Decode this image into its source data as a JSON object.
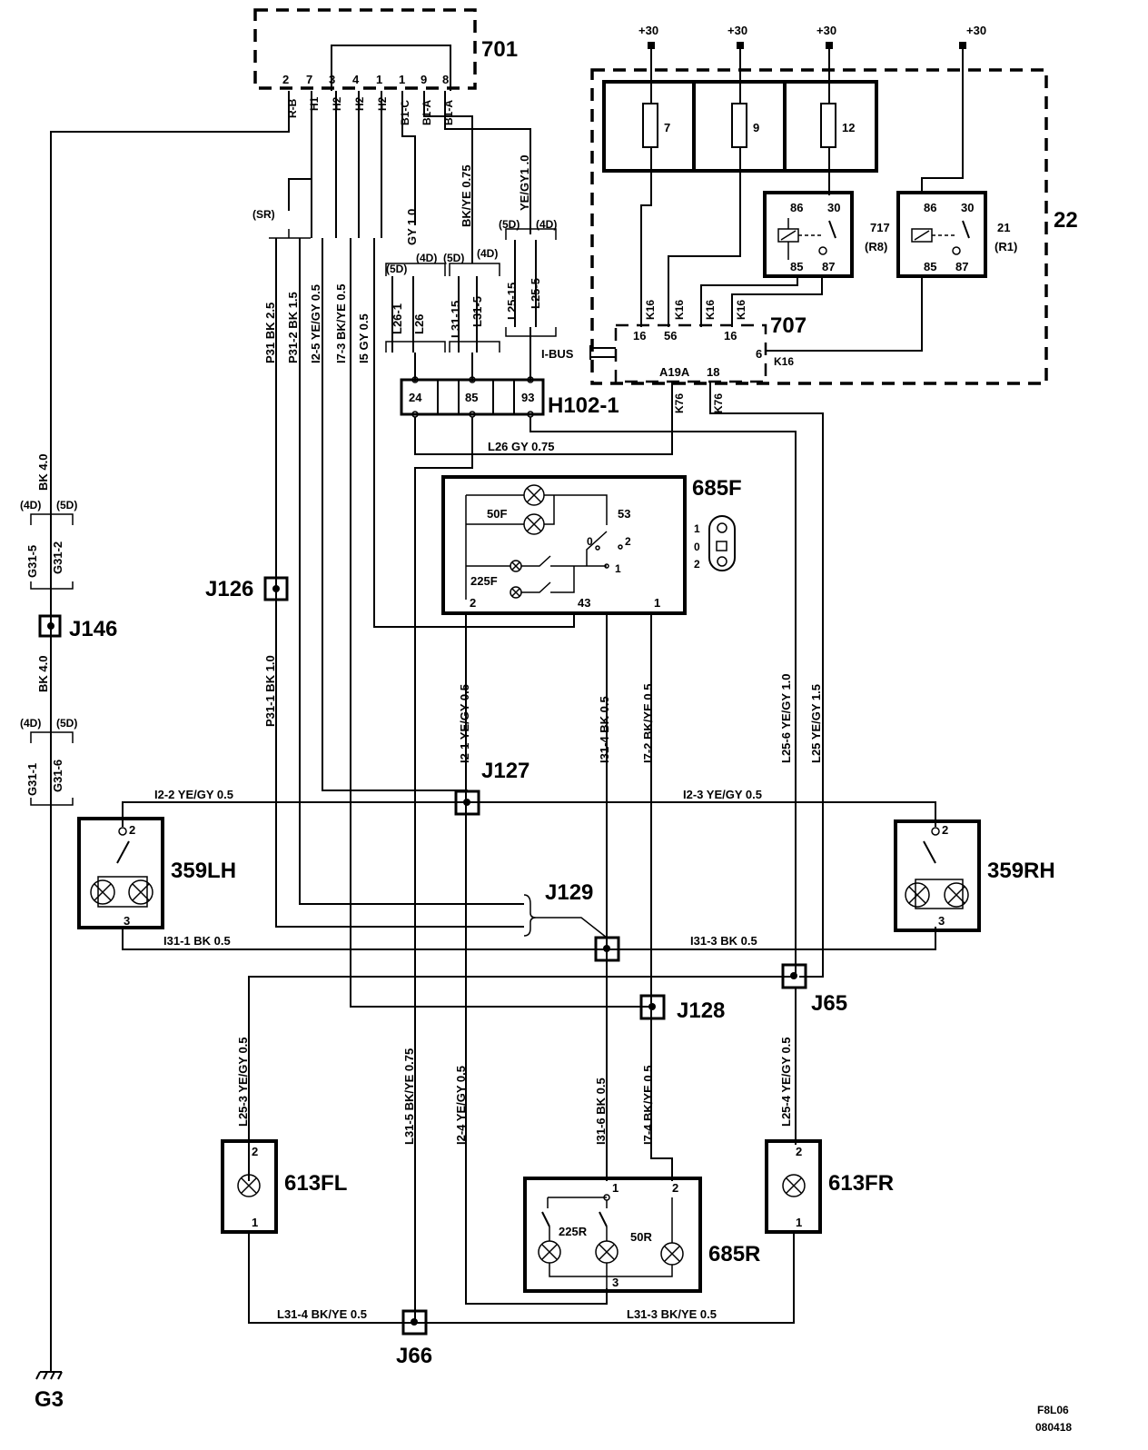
{
  "components": {
    "c701": "701",
    "c22": "22",
    "c707": "707",
    "h102": "H102-1",
    "c685f": "685F",
    "c685r": "685R",
    "c359lh": "359LH",
    "c359rh": "359RH",
    "c613fl": "613FL",
    "c613fr": "613FR",
    "c717": "717",
    "c717sub": "(R8)",
    "c21": "21",
    "c21sub": "(R1)",
    "c50f": "50F",
    "c225f": "225F",
    "c225r": "225R",
    "c50r": "50R",
    "ibus": "I-BUS"
  },
  "junctions": {
    "j65": "J65",
    "j66": "J66",
    "j126": "J126",
    "j127": "J127",
    "j128": "J128",
    "j129": "J129",
    "j146": "J146",
    "g3": "G3"
  },
  "supply": [
    "+30",
    "+30",
    "+30",
    "+30"
  ],
  "fuses": [
    "7",
    "9",
    "12"
  ],
  "relay_pins": [
    "86",
    "30",
    "85",
    "87"
  ],
  "c701_pins": [
    "2",
    "7",
    "3",
    "4",
    "1",
    "1",
    "9",
    "8"
  ],
  "c701_signals": [
    "R-B",
    "H1",
    "H2",
    "H2",
    "H2",
    "B1-C",
    "B1-A",
    "B1-A"
  ],
  "c707_pins": {
    "p16a": "16",
    "p56": "56",
    "p16b": "16",
    "p6": "6",
    "a19a": "A19A",
    "p18": "18"
  },
  "c707_wires": [
    "K16",
    "K16",
    "K16",
    "K16",
    "K16",
    "K76",
    "K76"
  ],
  "h102_pins": [
    "24",
    "85",
    "93"
  ],
  "switch_f": {
    "p53": "53",
    "p0": "0",
    "p2": "2",
    "p1": "1",
    "p1b": "1",
    "p2b": "2",
    "p43": "43",
    "p1c": "1"
  },
  "legend_f": [
    "1",
    "0",
    "2"
  ],
  "pins_misc": {
    "two": "2",
    "three": "3",
    "one": "1"
  },
  "variants": {
    "sr": "(SR)",
    "d5": "(5D)",
    "d4": "(4D)"
  },
  "wires_v": {
    "gy10": "GY 1.0",
    "bkye075": "BK/YE 0.75",
    "yegy10": "YE/GY1 .0",
    "l261": "L26-1",
    "l26": "L26",
    "l3115": "L31-15",
    "l315": "L31-5",
    "l2515": "L25-15",
    "l255": "L25-5",
    "p31": "P31 BK 2.5",
    "p312": "P31-2 BK 1.5",
    "i25": "I2-5 YE/GY 0.5",
    "i73": "I7-3 BK/YE 0.5",
    "i5": "I5 GY 0.5",
    "bk40a": "BK 4.0",
    "g315": "G31-5",
    "g312": "G31-2",
    "bk40b": "BK 4.0",
    "g311": "G31-1",
    "g316": "G31-6",
    "p311": "P31-1 BK 1.0",
    "i21": "I2-1 YE/GY 0.5",
    "i314": "I31-4 BK 0.5",
    "i72": "I7-2 BK/YE 0.5",
    "l256": "L25-6 YE/GY 1.0",
    "l25": "L25 YE/GY 1.5",
    "l253": "L25-3 YE/GY 0.5",
    "l315b": "L31-5 BK/YE 0.75",
    "i24": "I2-4 YE/GY 0.5",
    "i316": "I31-6 BK 0.5",
    "i74": "I7-4 BK/YE 0.5",
    "l254": "L25-4 YE/GY 0.5"
  },
  "wires_h": {
    "l26gy": "L26 GY 0.75",
    "i22": "I2-2 YE/GY 0.5",
    "i23": "I2-3 YE/GY 0.5",
    "i311": "I31-1 BK 0.5",
    "i313": "I31-3 BK 0.5",
    "l314": "L31-4 BK/YE 0.5",
    "l313": "L31-3 BK/YE 0.5"
  },
  "doc_code": [
    "F8L06",
    "080418"
  ]
}
